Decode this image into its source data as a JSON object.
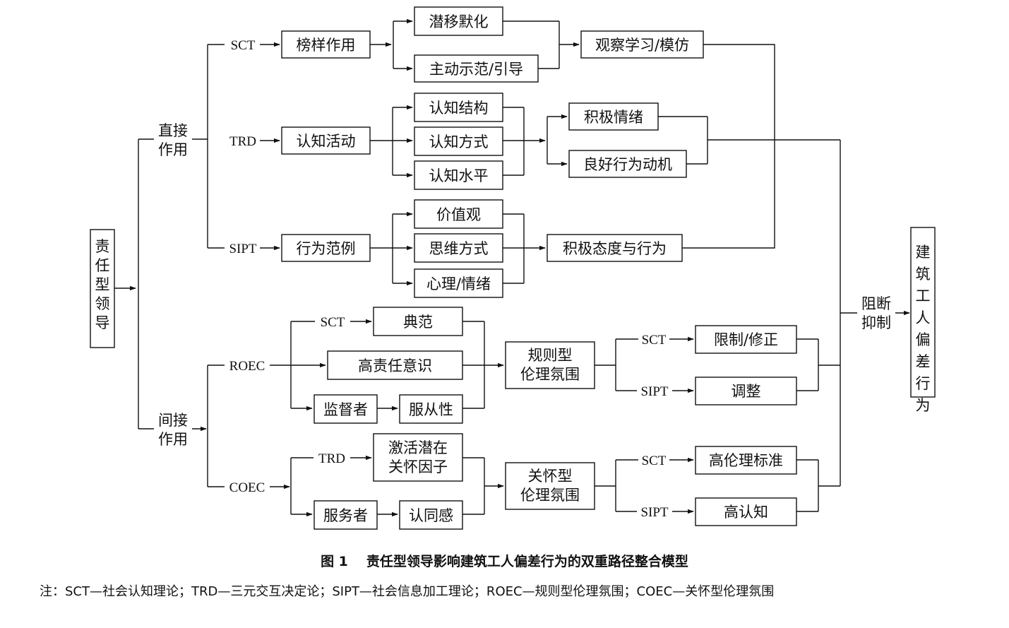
{
  "diagram": {
    "root": "责任型领导",
    "result": "建筑工人偏差行为",
    "block_label": [
      "阻断",
      "抑制"
    ],
    "direct": {
      "label": [
        "直接",
        "作用"
      ],
      "sct": {
        "path": "SCT",
        "node": "榜样作用",
        "items": [
          "潜移默化",
          "主动示范/引导"
        ],
        "outcome": "观察学习/模仿"
      },
      "trd": {
        "path": "TRD",
        "node": "认知活动",
        "items": [
          "认知结构",
          "认知方式",
          "认知水平"
        ],
        "outcomes": [
          "积极情绪",
          "良好行为动机"
        ]
      },
      "sipt": {
        "path": "SIPT",
        "node": "行为范例",
        "items": [
          "价值观",
          "思维方式",
          "心理/情绪"
        ],
        "outcome": "积极态度与行为"
      }
    },
    "indirect": {
      "label": [
        "间接",
        "作用"
      ],
      "roec": {
        "path": "ROEC",
        "sct_label": "SCT",
        "model": "典范",
        "awareness": "高责任意识",
        "supervisor": "监督者",
        "obedience": "服从性",
        "climate": [
          "规则型",
          "伦理氛围"
        ],
        "sct_out_label": "SCT",
        "sct_out": "限制/修正",
        "sipt_out_label": "SIPT",
        "sipt_out": "调整"
      },
      "coec": {
        "path": "COEC",
        "trd_label": "TRD",
        "activate": [
          "激活潜在",
          "关怀因子"
        ],
        "servant": "服务者",
        "identity": "认同感",
        "climate": [
          "关怀型",
          "伦理氛围"
        ],
        "sct_out_label": "SCT",
        "sct_out": "高伦理标准",
        "sipt_out_label": "SIPT",
        "sipt_out": "高认知"
      }
    }
  },
  "caption": {
    "number": "图 1",
    "title": "责任型领导影响建筑工人偏差行为的双重路径整合模型"
  },
  "note": "注：SCT—社会认知理论；TRD—三元交互决定论；SIPT—社会信息加工理论；ROEC—规则型伦理氛围；COEC—关怀型伦理氛围"
}
